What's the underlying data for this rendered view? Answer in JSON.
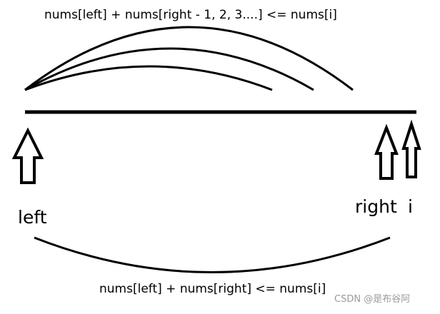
{
  "labels": {
    "top_formula": "nums[left] + nums[right - 1, 2, 3....] <= nums[i]",
    "bottom_formula": "nums[left] + nums[right] <= nums[i]",
    "left": "left",
    "right": "right",
    "i": "i"
  },
  "watermark": "CSDN @是布谷阿",
  "colors": {
    "stroke": "#000000",
    "background": "#ffffff",
    "watermark": "#9a9a9a"
  }
}
